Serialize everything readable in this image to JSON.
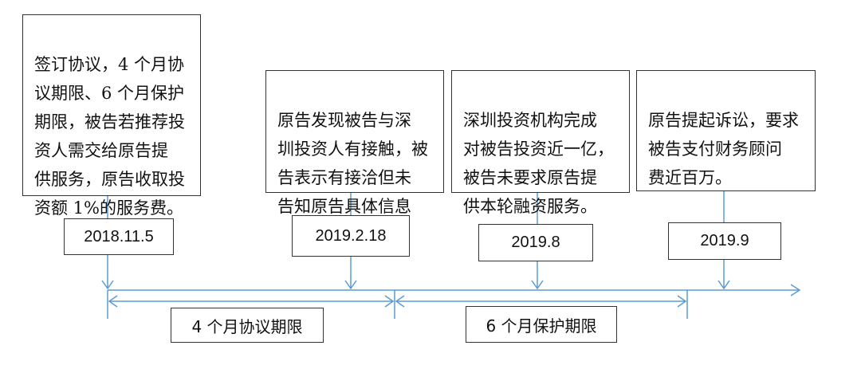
{
  "events": [
    {
      "desc": "签订协议，4 个月协\n议期限、6 个月保护\n期限，被告若推荐投\n资人需交给原告提\n供服务，原告收取投\n资额 1%的服务费。",
      "date": "2018.11.5"
    },
    {
      "desc": "原告发现被告与深\n圳投资人有接触，被\n告表示有接洽但未\n告知原告具体信息",
      "date": "2019.2.18"
    },
    {
      "desc": "深圳投资机构完成\n对被告投资近一亿，\n被告未要求原告提\n供本轮融资服务。",
      "date": "2019.8"
    },
    {
      "desc": "原告提起诉讼，要求\n被告支付财务顾问\n费近百万。",
      "date": "2019.9"
    }
  ],
  "periods": [
    {
      "label": "4 个月协议期限"
    },
    {
      "label": "6 个月保护期限"
    }
  ],
  "colors": {
    "arrow": "#5b9bd5",
    "border": "#333333"
  }
}
